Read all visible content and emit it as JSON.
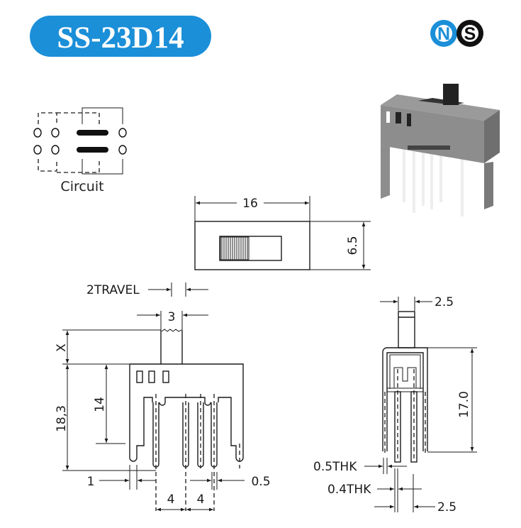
{
  "header": {
    "model": "SS-23D14",
    "brand_color": "#1b8fd8",
    "logo": {
      "letters": [
        "N",
        "S"
      ],
      "colors": [
        "#1b8fd8",
        "#111111"
      ]
    }
  },
  "circuit": {
    "label": "Circuit"
  },
  "top_view": {
    "width": "16",
    "height": "6.5"
  },
  "front_view": {
    "travel": "2TRAVEL",
    "actuator_width": "3",
    "actuator_height": "X",
    "total_height": "18,3",
    "body_height": "14",
    "leg_width": "1",
    "pin_width": "0.5",
    "pitch_1": "4",
    "pitch_2": "4"
  },
  "side_view": {
    "actuator_width": "2.5",
    "height": "17.0",
    "frame_thickness": "0.5THK",
    "pin_thickness": "0.4THK",
    "pin_spacing": "2.5"
  }
}
